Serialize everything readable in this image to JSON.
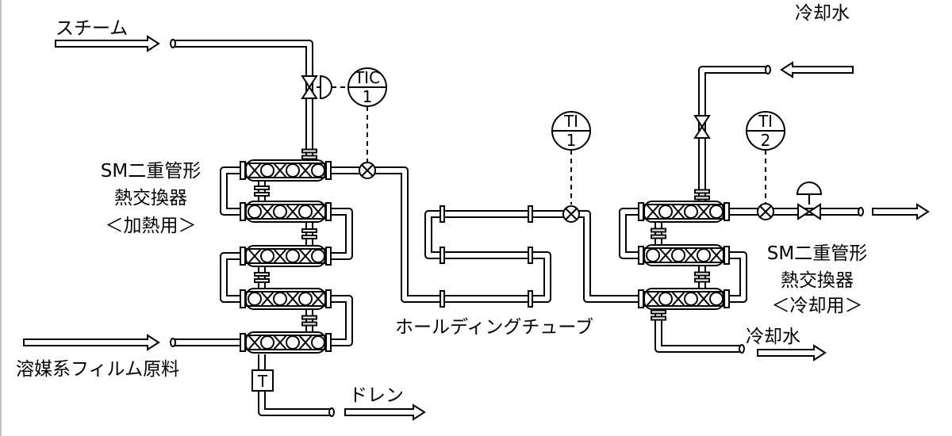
{
  "labels": {
    "steam": "スチーム",
    "feed": "溶媒系フィルム原料",
    "drain": "ドレン",
    "holding_tube": "ホールディングチューブ",
    "cooling_water_in": "冷却水",
    "cooling_water_out": "冷却水",
    "heater": [
      "SM二重管形",
      "熱交換器",
      "＜加熱用＞"
    ],
    "cooler": [
      "SM二重管形",
      "熱交換器",
      "＜冷却用＞"
    ]
  },
  "instruments": {
    "tic": {
      "tag": "TIC",
      "num": "1"
    },
    "ti1": {
      "tag": "TI",
      "num": "1"
    },
    "ti2": {
      "tag": "TI",
      "num": "2"
    }
  },
  "trap_label": "T",
  "colors": {
    "line": "#000000",
    "background": "#ffffff"
  }
}
